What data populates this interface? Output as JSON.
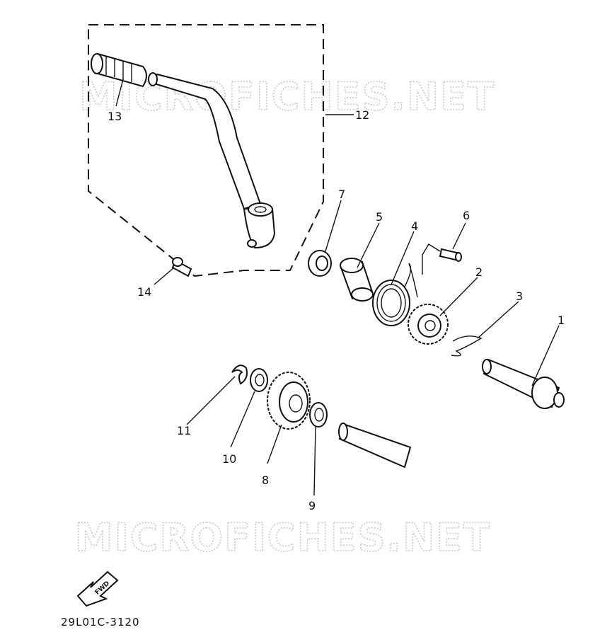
{
  "watermark": {
    "text": "MICROFICHES.NET"
  },
  "callouts": [
    {
      "label": "1",
      "name": "kick-axle"
    },
    {
      "label": "2",
      "name": "kick-gear"
    },
    {
      "label": "3",
      "name": "clip"
    },
    {
      "label": "4",
      "name": "torsion-spring"
    },
    {
      "label": "5",
      "name": "spring-guide"
    },
    {
      "label": "6",
      "name": "pin"
    },
    {
      "label": "7",
      "name": "oil-seal"
    },
    {
      "label": "8",
      "name": "idler-gear"
    },
    {
      "label": "9",
      "name": "washer-9"
    },
    {
      "label": "10",
      "name": "washer-10"
    },
    {
      "label": "11",
      "name": "circlip"
    },
    {
      "label": "12",
      "name": "kick-crank-assy"
    },
    {
      "label": "13",
      "name": "grip"
    },
    {
      "label": "14",
      "name": "bolt"
    }
  ],
  "fwd_label": "FWD",
  "diagram_code": "29L01C-3120"
}
